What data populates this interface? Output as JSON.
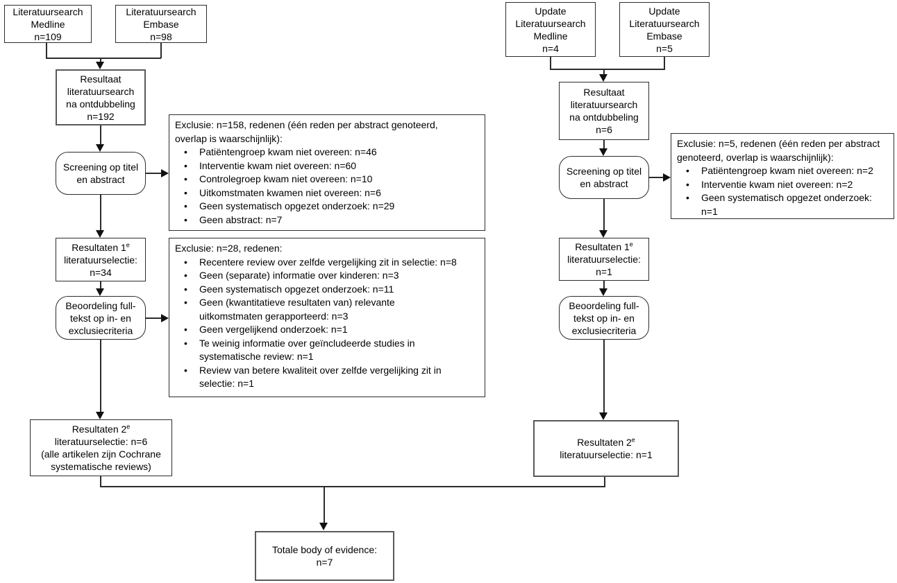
{
  "colors": {
    "background": "#ffffff",
    "text": "#000000",
    "box_border": "#2b2b2b",
    "emphasis_border": "#595959",
    "connector": "#2b2b2b"
  },
  "boxes": {
    "lit_medline": {
      "lines": [
        "Literatuursearch",
        "Medline",
        "n=109"
      ]
    },
    "lit_embase": {
      "lines": [
        "Literatuursearch",
        "Embase",
        "n=98"
      ]
    },
    "resultaat_left": {
      "lines": [
        "Resultaat",
        "literatuursearch",
        "na ontdubbeling",
        "n=192"
      ]
    },
    "screening_left": {
      "lines": [
        "Screening op titel",
        "en abstract"
      ]
    },
    "resultaten1_left": {
      "pre": "Resultaten 1",
      "sup": "e",
      "lines": [
        "literatuurselectie:",
        "n=34"
      ]
    },
    "beoordeling_left": {
      "lines": [
        "Beoordeling full-",
        "tekst op in- en",
        "exclusiecriteria"
      ]
    },
    "resultaten2_left": {
      "pre": "Resultaten 2",
      "sup": "e",
      "lines": [
        "literatuurselectie: n=6",
        "(alle artikelen zijn Cochrane",
        "systematische reviews)"
      ]
    },
    "update_medline": {
      "lines": [
        "Update",
        "Literatuursearch",
        "Medline",
        "n=4"
      ]
    },
    "update_embase": {
      "lines": [
        "Update",
        "Literatuursearch",
        "Embase",
        "n=5"
      ]
    },
    "resultaat_right": {
      "lines": [
        "Resultaat",
        "literatuursearch",
        "na ontdubbeling",
        "n=6"
      ]
    },
    "screening_right": {
      "lines": [
        "Screening op titel",
        "en abstract"
      ]
    },
    "resultaten1_right": {
      "pre": "Resultaten 1",
      "sup": "e",
      "lines": [
        "literatuurselectie:",
        "n=1"
      ]
    },
    "beoordeling_right": {
      "lines": [
        "Beoordeling full-",
        "tekst op in- en",
        "exclusiecriteria"
      ]
    },
    "resultaten2_right": {
      "pre": "Resultaten 2",
      "sup": "e",
      "lines": [
        "literatuurselectie: n=1"
      ]
    },
    "totale": {
      "lines": [
        "Totale body of evidence:",
        "n=7"
      ]
    }
  },
  "exclusions": {
    "screening_main": {
      "title": "Exclusie: n=158, redenen (één reden per abstract genoteerd,\noverlap is waarschijnlijk):",
      "items": [
        "Patiëntengroep kwam niet overeen: n=46",
        "Interventie kwam niet overeen: n=60",
        "Controlegroep kwam niet overeen: n=10",
        "Uitkomstmaten kwamen niet overeen: n=6",
        "Geen systematisch opgezet onderzoek: n=29",
        "Geen abstract: n=7"
      ]
    },
    "fulltext_main": {
      "title": "Exclusie: n=28, redenen:",
      "items": [
        "Recentere review over zelfde vergelijking zit in selectie: n=8",
        "Geen (separate) informatie over kinderen: n=3",
        "Geen systematisch opgezet onderzoek: n=11",
        "Geen (kwantitatieve resultaten van) relevante\nuitkomstmaten gerapporteerd: n=3",
        "Geen vergelijkend onderzoek: n=1",
        "Te weinig informatie over geïncludeerde studies in\nsystematische review: n=1",
        "Review van betere kwaliteit over zelfde vergelijking zit in\nselectie: n=1"
      ]
    },
    "screening_update": {
      "title": "Exclusie: n=5, redenen (één reden per abstract\ngenoteerd, overlap is waarschijnlijk):",
      "items": [
        "Patiëntengroep kwam niet overeen: n=2",
        "Interventie kwam niet overeen: n=2",
        "Geen systematisch opgezet onderzoek:\nn=1"
      ]
    }
  }
}
